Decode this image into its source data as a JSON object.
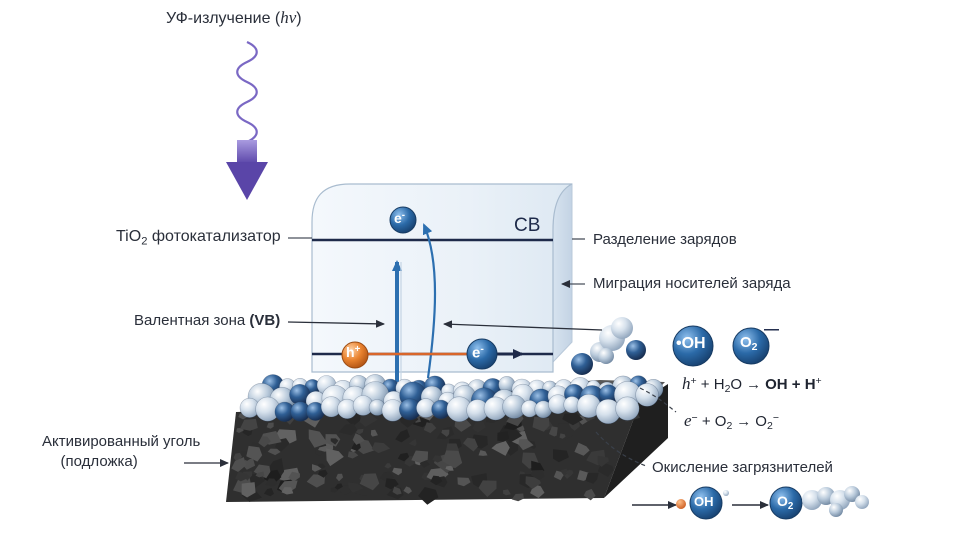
{
  "labels": {
    "uv_prefix": "УФ-излучение (",
    "uv_symbol": "hν",
    "uv_suffix": ")",
    "tio2_prefix": "TiO",
    "tio2_sub": "2",
    "tio2_suffix": " фотокатализатор",
    "cb": "CB",
    "vb_text": "Валентная зона ",
    "vb_abbr": "(VB)",
    "charge_separation": "Разделение зарядов",
    "carrier_migration": "Миграция носителей заряда",
    "activated_carbon_line1": "Активированный уголь",
    "activated_carbon_line2": "(подложка)",
    "pollutant_oxidation": "Окисление загрязнителей"
  },
  "particles": {
    "electron_top": "e",
    "electron_top_sup": "-",
    "electron_vb": "e",
    "electron_vb_sup": "-",
    "hole": "h",
    "hole_sup": "+",
    "oh_radical": "•OH",
    "o2_radical": "O",
    "o2_radical_sub": "2",
    "o2_radical_sup": "—",
    "oh_bottom": "OH",
    "o2_bottom": "O",
    "o2_bottom_sub": "2"
  },
  "equations": {
    "eq1": {
      "h": "h",
      "h_sup": "+",
      "plus1": " + H",
      "h2o_sub": "2",
      "h2o_end": "O",
      "arrow": "→",
      "product1": "OH",
      "plus2": " + H",
      "product2_sup": "+"
    },
    "eq2": {
      "e": "e",
      "e_sup": "−",
      "plus1": " + O",
      "o2_sub": "2",
      "arrow": "→",
      "product": "O",
      "product_sub": "2",
      "product_sup": "−"
    }
  },
  "colors": {
    "uv_arrow": "#6a56b8",
    "band_line": "#1e2a4a",
    "electron": "#2a6496",
    "hole": "#e07a2b",
    "electron_path": "#2c6fb0",
    "carbon": "#3a3a3a",
    "bead_light": "#d9e3ee",
    "bead_dark": "#2e4f7a"
  }
}
